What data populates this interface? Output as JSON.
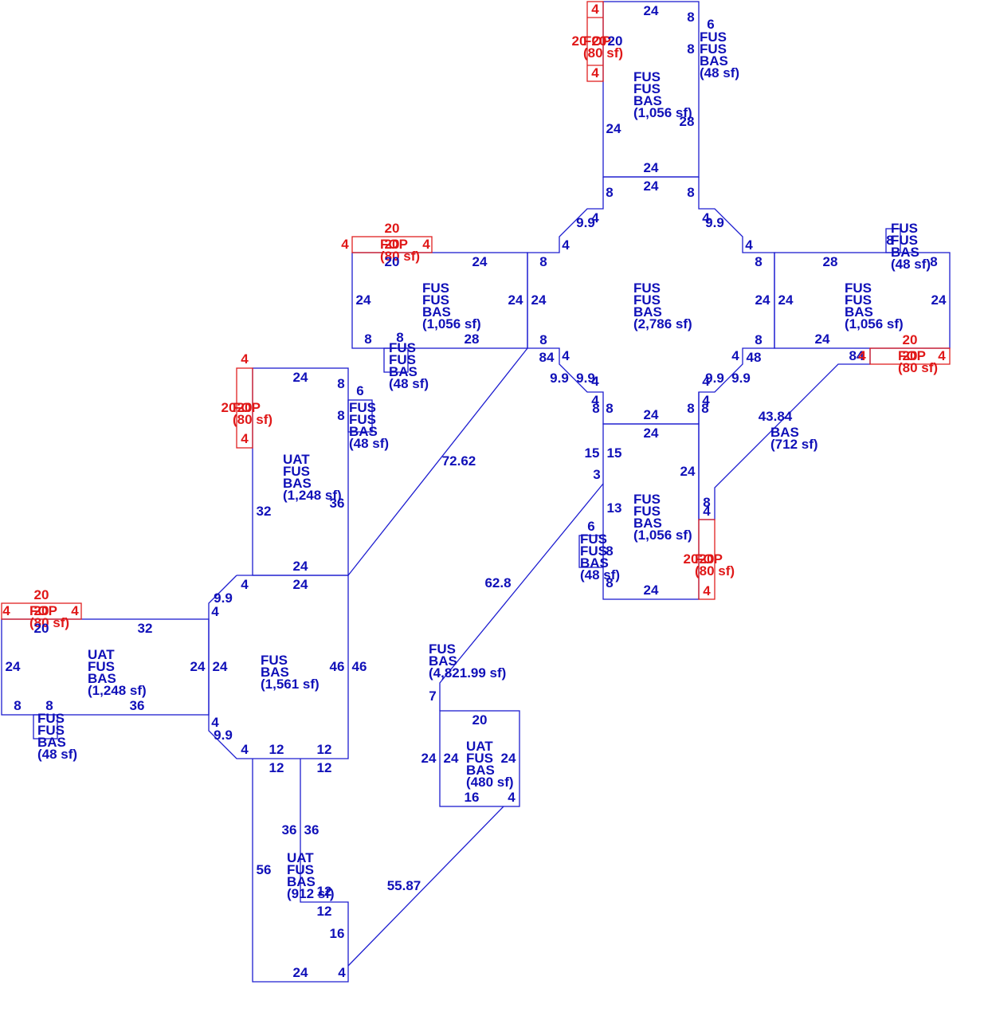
{
  "colors": {
    "blue": "#1d1dd0",
    "red": "#e02020"
  },
  "areas": [
    {
      "id": "a1",
      "lines": [
        "FUS",
        "FUS",
        "BAS",
        "(1,056 sf)"
      ],
      "color": "blue"
    },
    {
      "id": "a2",
      "lines": [
        "FUS",
        "FUS",
        "BAS",
        "(2,786 sf)"
      ],
      "color": "blue"
    },
    {
      "id": "a3",
      "lines": [
        "FUS",
        "FUS",
        "BAS",
        "(1,056 sf)"
      ],
      "color": "blue"
    },
    {
      "id": "a4",
      "lines": [
        "FUS",
        "FUS",
        "BAS",
        "(1,056 sf)"
      ],
      "color": "blue"
    },
    {
      "id": "a5",
      "lines": [
        "FUS",
        "FUS",
        "BAS",
        "(1,056 sf)"
      ],
      "color": "blue"
    },
    {
      "id": "a6",
      "lines": [
        "UAT",
        "FUS",
        "BAS",
        "(1,248 sf)"
      ],
      "color": "blue"
    },
    {
      "id": "a7",
      "lines": [
        "FUS",
        "BAS",
        "(1,561 sf)"
      ],
      "color": "blue"
    },
    {
      "id": "a8",
      "lines": [
        "UAT",
        "FUS",
        "BAS",
        "(1,248 sf)"
      ],
      "color": "blue"
    },
    {
      "id": "a9",
      "lines": [
        "UAT",
        "FUS",
        "BAS",
        "(912 sf)"
      ],
      "color": "blue"
    },
    {
      "id": "a10",
      "lines": [
        "UAT",
        "FUS",
        "BAS",
        "(480 sf)"
      ],
      "color": "blue"
    },
    {
      "id": "a11",
      "lines": [
        "FUS",
        "BAS",
        "(4,821.99 sf)"
      ],
      "color": "blue"
    },
    {
      "id": "a12",
      "lines": [
        "BAS",
        "(712 sf)"
      ],
      "color": "blue"
    },
    {
      "id": "b1",
      "lines": [
        "FUS",
        "FUS",
        "BAS",
        "(48 sf)"
      ],
      "color": "blue"
    },
    {
      "id": "b2",
      "lines": [
        "FUS",
        "FUS",
        "BAS",
        "(48 sf)"
      ],
      "color": "blue"
    },
    {
      "id": "b3",
      "lines": [
        "FUS",
        "FUS",
        "BAS",
        "(48 sf)"
      ],
      "color": "blue"
    },
    {
      "id": "b4",
      "lines": [
        "FUS",
        "FUS",
        "BAS",
        "(48 sf)"
      ],
      "color": "blue"
    },
    {
      "id": "b5",
      "lines": [
        "FUS",
        "FUS",
        "BAS",
        "(48 sf)"
      ],
      "color": "blue"
    },
    {
      "id": "b6",
      "lines": [
        "FUS",
        "FUS",
        "BAS",
        "(48 sf)"
      ],
      "color": "blue"
    },
    {
      "id": "p1",
      "lines": [
        "FOP",
        "(80 sf)"
      ],
      "color": "red"
    },
    {
      "id": "p2",
      "lines": [
        "FOP",
        "(80 sf)"
      ],
      "color": "red"
    },
    {
      "id": "p3",
      "lines": [
        "FOP",
        "(80 sf)"
      ],
      "color": "red"
    },
    {
      "id": "p4",
      "lines": [
        "FOP",
        "(80 sf)"
      ],
      "color": "red"
    },
    {
      "id": "p5",
      "lines": [
        "FOP",
        "(80 sf)"
      ],
      "color": "red"
    },
    {
      "id": "p6",
      "lines": [
        "FOP",
        "(80 sf)"
      ],
      "color": "red"
    }
  ],
  "dimensions": [
    {
      "id": "d1",
      "text": "24",
      "color": "blue"
    },
    {
      "id": "d2",
      "text": "8",
      "color": "blue"
    },
    {
      "id": "d3",
      "text": "6",
      "color": "blue"
    },
    {
      "id": "d4",
      "text": "20",
      "color": "blue"
    },
    {
      "id": "d5",
      "text": "8",
      "color": "blue"
    },
    {
      "id": "d6",
      "text": "24",
      "color": "blue"
    },
    {
      "id": "d7",
      "text": "28",
      "color": "blue"
    },
    {
      "id": "d8",
      "text": "24",
      "color": "blue"
    },
    {
      "id": "d9",
      "text": "24",
      "color": "blue"
    },
    {
      "id": "d10",
      "text": "8",
      "color": "blue"
    },
    {
      "id": "d11",
      "text": "8",
      "color": "blue"
    },
    {
      "id": "d12",
      "text": "4",
      "color": "blue"
    },
    {
      "id": "d13",
      "text": "9.9",
      "color": "blue"
    },
    {
      "id": "d14",
      "text": "4",
      "color": "blue"
    },
    {
      "id": "d15",
      "text": "9.9",
      "color": "blue"
    },
    {
      "id": "d16",
      "text": "4",
      "color": "blue"
    },
    {
      "id": "d17",
      "text": "4",
      "color": "blue"
    },
    {
      "id": "d18",
      "text": "8",
      "color": "blue"
    },
    {
      "id": "d19",
      "text": "8",
      "color": "blue"
    },
    {
      "id": "d20",
      "text": "24",
      "color": "blue"
    },
    {
      "id": "d21",
      "text": "24",
      "color": "blue"
    },
    {
      "id": "d22",
      "text": "8",
      "color": "blue"
    },
    {
      "id": "d23",
      "text": "8",
      "color": "blue"
    },
    {
      "id": "d24",
      "text": "4",
      "color": "blue"
    },
    {
      "id": "d25",
      "text": "4",
      "color": "blue"
    },
    {
      "id": "d26",
      "text": "48",
      "color": "blue"
    },
    {
      "id": "d27",
      "text": "9.9",
      "color": "blue"
    },
    {
      "id": "d28",
      "text": "9.9",
      "color": "blue"
    },
    {
      "id": "d29",
      "text": "9.9",
      "color": "blue"
    },
    {
      "id": "d30",
      "text": "9.9",
      "color": "blue"
    },
    {
      "id": "d31",
      "text": "4",
      "color": "blue"
    },
    {
      "id": "d32",
      "text": "4",
      "color": "blue"
    },
    {
      "id": "d33",
      "text": "8",
      "color": "blue"
    },
    {
      "id": "d34",
      "text": "8",
      "color": "blue"
    },
    {
      "id": "d35",
      "text": "24",
      "color": "blue"
    },
    {
      "id": "d36",
      "text": "8",
      "color": "blue"
    },
    {
      "id": "d37",
      "text": "8",
      "color": "blue"
    },
    {
      "id": "d38",
      "text": "4",
      "color": "blue"
    },
    {
      "id": "d39",
      "text": "4",
      "color": "blue"
    },
    {
      "id": "d40",
      "text": "20",
      "color": "blue"
    },
    {
      "id": "d41",
      "text": "24",
      "color": "blue"
    },
    {
      "id": "d42",
      "text": "24",
      "color": "blue"
    },
    {
      "id": "d43",
      "text": "24",
      "color": "blue"
    },
    {
      "id": "d44",
      "text": "8",
      "color": "blue"
    },
    {
      "id": "d45",
      "text": "8",
      "color": "blue"
    },
    {
      "id": "d46",
      "text": "28",
      "color": "blue"
    },
    {
      "id": "d47",
      "text": "84",
      "color": "blue"
    },
    {
      "id": "d48",
      "text": "28",
      "color": "blue"
    },
    {
      "id": "d49",
      "text": "8",
      "color": "blue"
    },
    {
      "id": "d50",
      "text": "24",
      "color": "blue"
    },
    {
      "id": "d51",
      "text": "24",
      "color": "blue"
    },
    {
      "id": "d52",
      "text": "24",
      "color": "blue"
    },
    {
      "id": "d53",
      "text": "84",
      "color": "blue"
    },
    {
      "id": "d54",
      "text": "8",
      "color": "blue"
    },
    {
      "id": "d55",
      "text": "24",
      "color": "blue"
    },
    {
      "id": "d56",
      "text": "15",
      "color": "blue"
    },
    {
      "id": "d57",
      "text": "15",
      "color": "blue"
    },
    {
      "id": "d58",
      "text": "3",
      "color": "blue"
    },
    {
      "id": "d59",
      "text": "24",
      "color": "blue"
    },
    {
      "id": "d60",
      "text": "13",
      "color": "blue"
    },
    {
      "id": "d61",
      "text": "6",
      "color": "blue"
    },
    {
      "id": "d62",
      "text": "8",
      "color": "blue"
    },
    {
      "id": "d63",
      "text": "8",
      "color": "blue"
    },
    {
      "id": "d64",
      "text": "24",
      "color": "blue"
    },
    {
      "id": "d65",
      "text": "8",
      "color": "blue"
    },
    {
      "id": "d66",
      "text": "4",
      "color": "blue"
    },
    {
      "id": "d67",
      "text": "43.84",
      "color": "blue"
    },
    {
      "id": "d68",
      "text": "24",
      "color": "blue"
    },
    {
      "id": "d69",
      "text": "8",
      "color": "blue"
    },
    {
      "id": "d70",
      "text": "6",
      "color": "blue"
    },
    {
      "id": "d71",
      "text": "8",
      "color": "blue"
    },
    {
      "id": "d72",
      "text": "32",
      "color": "blue"
    },
    {
      "id": "d73",
      "text": "36",
      "color": "blue"
    },
    {
      "id": "d74",
      "text": "24",
      "color": "blue"
    },
    {
      "id": "d75",
      "text": "72.62",
      "color": "blue"
    },
    {
      "id": "d76",
      "text": "4",
      "color": "blue"
    },
    {
      "id": "d77",
      "text": "24",
      "color": "blue"
    },
    {
      "id": "d78",
      "text": "9.9",
      "color": "blue"
    },
    {
      "id": "d79",
      "text": "4",
      "color": "blue"
    },
    {
      "id": "d80",
      "text": "24",
      "color": "blue"
    },
    {
      "id": "d81",
      "text": "46",
      "color": "blue"
    },
    {
      "id": "d82",
      "text": "46",
      "color": "blue"
    },
    {
      "id": "d83",
      "text": "4",
      "color": "blue"
    },
    {
      "id": "d84",
      "text": "9.9",
      "color": "blue"
    },
    {
      "id": "d85",
      "text": "4",
      "color": "blue"
    },
    {
      "id": "d86",
      "text": "12",
      "color": "blue"
    },
    {
      "id": "d87",
      "text": "12",
      "color": "blue"
    },
    {
      "id": "d88",
      "text": "12",
      "color": "blue"
    },
    {
      "id": "d89",
      "text": "12",
      "color": "blue"
    },
    {
      "id": "d90",
      "text": "20",
      "color": "blue"
    },
    {
      "id": "d91",
      "text": "32",
      "color": "blue"
    },
    {
      "id": "d92",
      "text": "24",
      "color": "blue"
    },
    {
      "id": "d93",
      "text": "24",
      "color": "blue"
    },
    {
      "id": "d94",
      "text": "8",
      "color": "blue"
    },
    {
      "id": "d95",
      "text": "8",
      "color": "blue"
    },
    {
      "id": "d96",
      "text": "36",
      "color": "blue"
    },
    {
      "id": "d97",
      "text": "62.8",
      "color": "blue"
    },
    {
      "id": "d98",
      "text": "7",
      "color": "blue"
    },
    {
      "id": "d99",
      "text": "20",
      "color": "blue"
    },
    {
      "id": "d100",
      "text": "24",
      "color": "blue"
    },
    {
      "id": "d101",
      "text": "24",
      "color": "blue"
    },
    {
      "id": "d102",
      "text": "24",
      "color": "blue"
    },
    {
      "id": "d103",
      "text": "16",
      "color": "blue"
    },
    {
      "id": "d104",
      "text": "4",
      "color": "blue"
    },
    {
      "id": "d105",
      "text": "36",
      "color": "blue"
    },
    {
      "id": "d106",
      "text": "36",
      "color": "blue"
    },
    {
      "id": "d107",
      "text": "56",
      "color": "blue"
    },
    {
      "id": "d108",
      "text": "12",
      "color": "blue"
    },
    {
      "id": "d109",
      "text": "12",
      "color": "blue"
    },
    {
      "id": "d110",
      "text": "16",
      "color": "blue"
    },
    {
      "id": "d111",
      "text": "55.87",
      "color": "blue"
    },
    {
      "id": "d112",
      "text": "24",
      "color": "blue"
    },
    {
      "id": "d113",
      "text": "4",
      "color": "blue"
    },
    {
      "id": "r1",
      "text": "4",
      "color": "red"
    },
    {
      "id": "r2",
      "text": "20",
      "color": "red"
    },
    {
      "id": "r3",
      "text": "20",
      "color": "red"
    },
    {
      "id": "r4",
      "text": "4",
      "color": "red"
    },
    {
      "id": "r5",
      "text": "20",
      "color": "red"
    },
    {
      "id": "r6",
      "text": "4",
      "color": "red"
    },
    {
      "id": "r7",
      "text": "20",
      "color": "red"
    },
    {
      "id": "r8",
      "text": "4",
      "color": "red"
    },
    {
      "id": "r9",
      "text": "4",
      "color": "red"
    },
    {
      "id": "r10",
      "text": "20",
      "color": "red"
    },
    {
      "id": "r11",
      "text": "20",
      "color": "red"
    },
    {
      "id": "r12",
      "text": "4",
      "color": "red"
    },
    {
      "id": "r13",
      "text": "20",
      "color": "red"
    },
    {
      "id": "r14",
      "text": "20",
      "color": "red"
    },
    {
      "id": "r15",
      "text": "4",
      "color": "red"
    },
    {
      "id": "r16",
      "text": "4",
      "color": "red"
    },
    {
      "id": "r17",
      "text": "20",
      "color": "red"
    },
    {
      "id": "r18",
      "text": "20",
      "color": "red"
    },
    {
      "id": "r19",
      "text": "4",
      "color": "red"
    },
    {
      "id": "r20",
      "text": "20",
      "color": "red"
    },
    {
      "id": "r21",
      "text": "20",
      "color": "red"
    },
    {
      "id": "r22",
      "text": "4",
      "color": "red"
    },
    {
      "id": "r23",
      "text": "4",
      "color": "red"
    }
  ]
}
